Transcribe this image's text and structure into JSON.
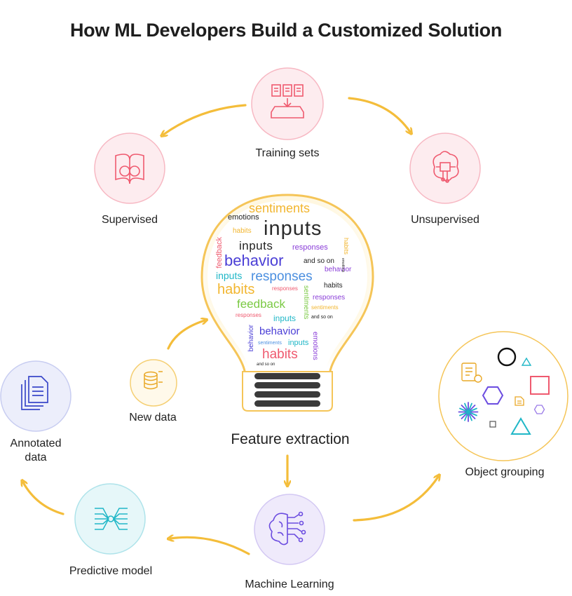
{
  "title": "How ML Developers Build a Customized Solution",
  "nodes": {
    "training_sets": "Training sets",
    "supervised": "Supervised",
    "unsupervised": "Unsupervised",
    "feature_extraction": "Feature extraction",
    "new_data": "New data",
    "annotated_data_line1": "Annotated",
    "annotated_data_line2": "data",
    "object_grouping": "Object grouping",
    "predictive_model": "Predictive model",
    "machine_learning": "Machine Learning"
  },
  "word_cloud": {
    "w1": "sentiments",
    "w2": "emotions",
    "w3": "inputs",
    "w4": "habits",
    "w5": "feedback",
    "w6": "inputs",
    "w7": "responses",
    "w8": "habits",
    "w9": "behavior",
    "w10": "and so on",
    "w11": "behavior",
    "w12": "inputs",
    "w13": "responses",
    "w14": "habits",
    "w15": "habits",
    "w16": "responses",
    "w17": "responses",
    "w18": "feedback",
    "w19": "sentiments",
    "w20": "sentiments",
    "w21": "responses",
    "w22": "inputs",
    "w23": "and so on",
    "w24": "behavior",
    "w25": "behavior",
    "w26": "sentiments",
    "w27": "inputs",
    "w28": "habits",
    "w29": "emotions",
    "w30": "and so on",
    "w31": "emotions"
  },
  "colors": {
    "pink": "#ef5a6f",
    "pink_bg": "#fdecef",
    "purple": "#6b4ce0",
    "purple_bg": "#efeafb",
    "blue": "#3a48c9",
    "blue_bg": "#e8eafb",
    "teal": "#20b7c7",
    "teal_bg": "#e6f7f9",
    "yellow": "#f2b630",
    "arrow": "#f4bd3a"
  },
  "icons": {
    "training_sets": "documents-inbox-icon",
    "supervised": "book-brain-icon",
    "unsupervised": "brain-chip-icon",
    "new_data": "database-icon",
    "annotated_data": "files-icon",
    "predictive_model": "network-icon",
    "machine_learning": "circuit-brain-icon",
    "feature_extraction": "lightbulb-icon"
  }
}
